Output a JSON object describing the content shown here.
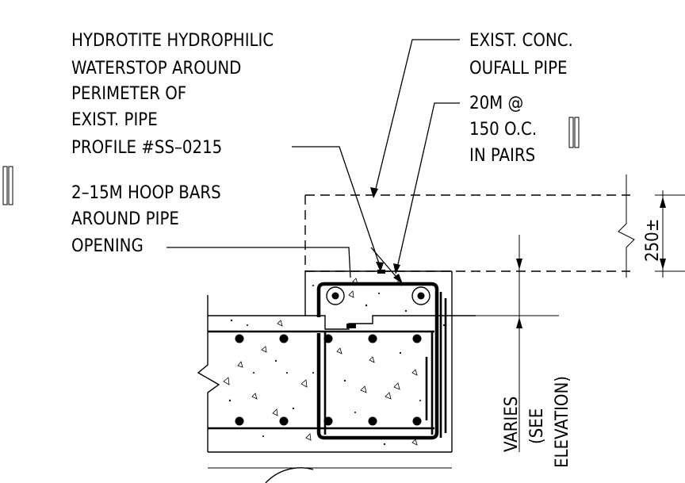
{
  "callouts": {
    "waterstop": {
      "line1": "HYDROTITE HYDROPHILIC",
      "line2": "WATERSTOP AROUND",
      "line3": "PERIMETER OF",
      "line4": "EXIST. PIPE",
      "line5": "PROFILE #SS–0215"
    },
    "hoop_bars": {
      "line1": "2–15M HOOP BARS",
      "line2": "AROUND PIPE",
      "line3": "OPENING"
    },
    "pipe": {
      "line1": "EXIST. CONC.",
      "line2": "OUFALL PIPE"
    },
    "rebar": {
      "line1": "20M @",
      "line2": "150 O.C.",
      "line3": "IN PAIRS"
    }
  },
  "dimensions": {
    "cover": "250±",
    "varies_line1": "VARIES",
    "varies_line2": "(SEE",
    "varies_line3": "ELEVATION)"
  }
}
